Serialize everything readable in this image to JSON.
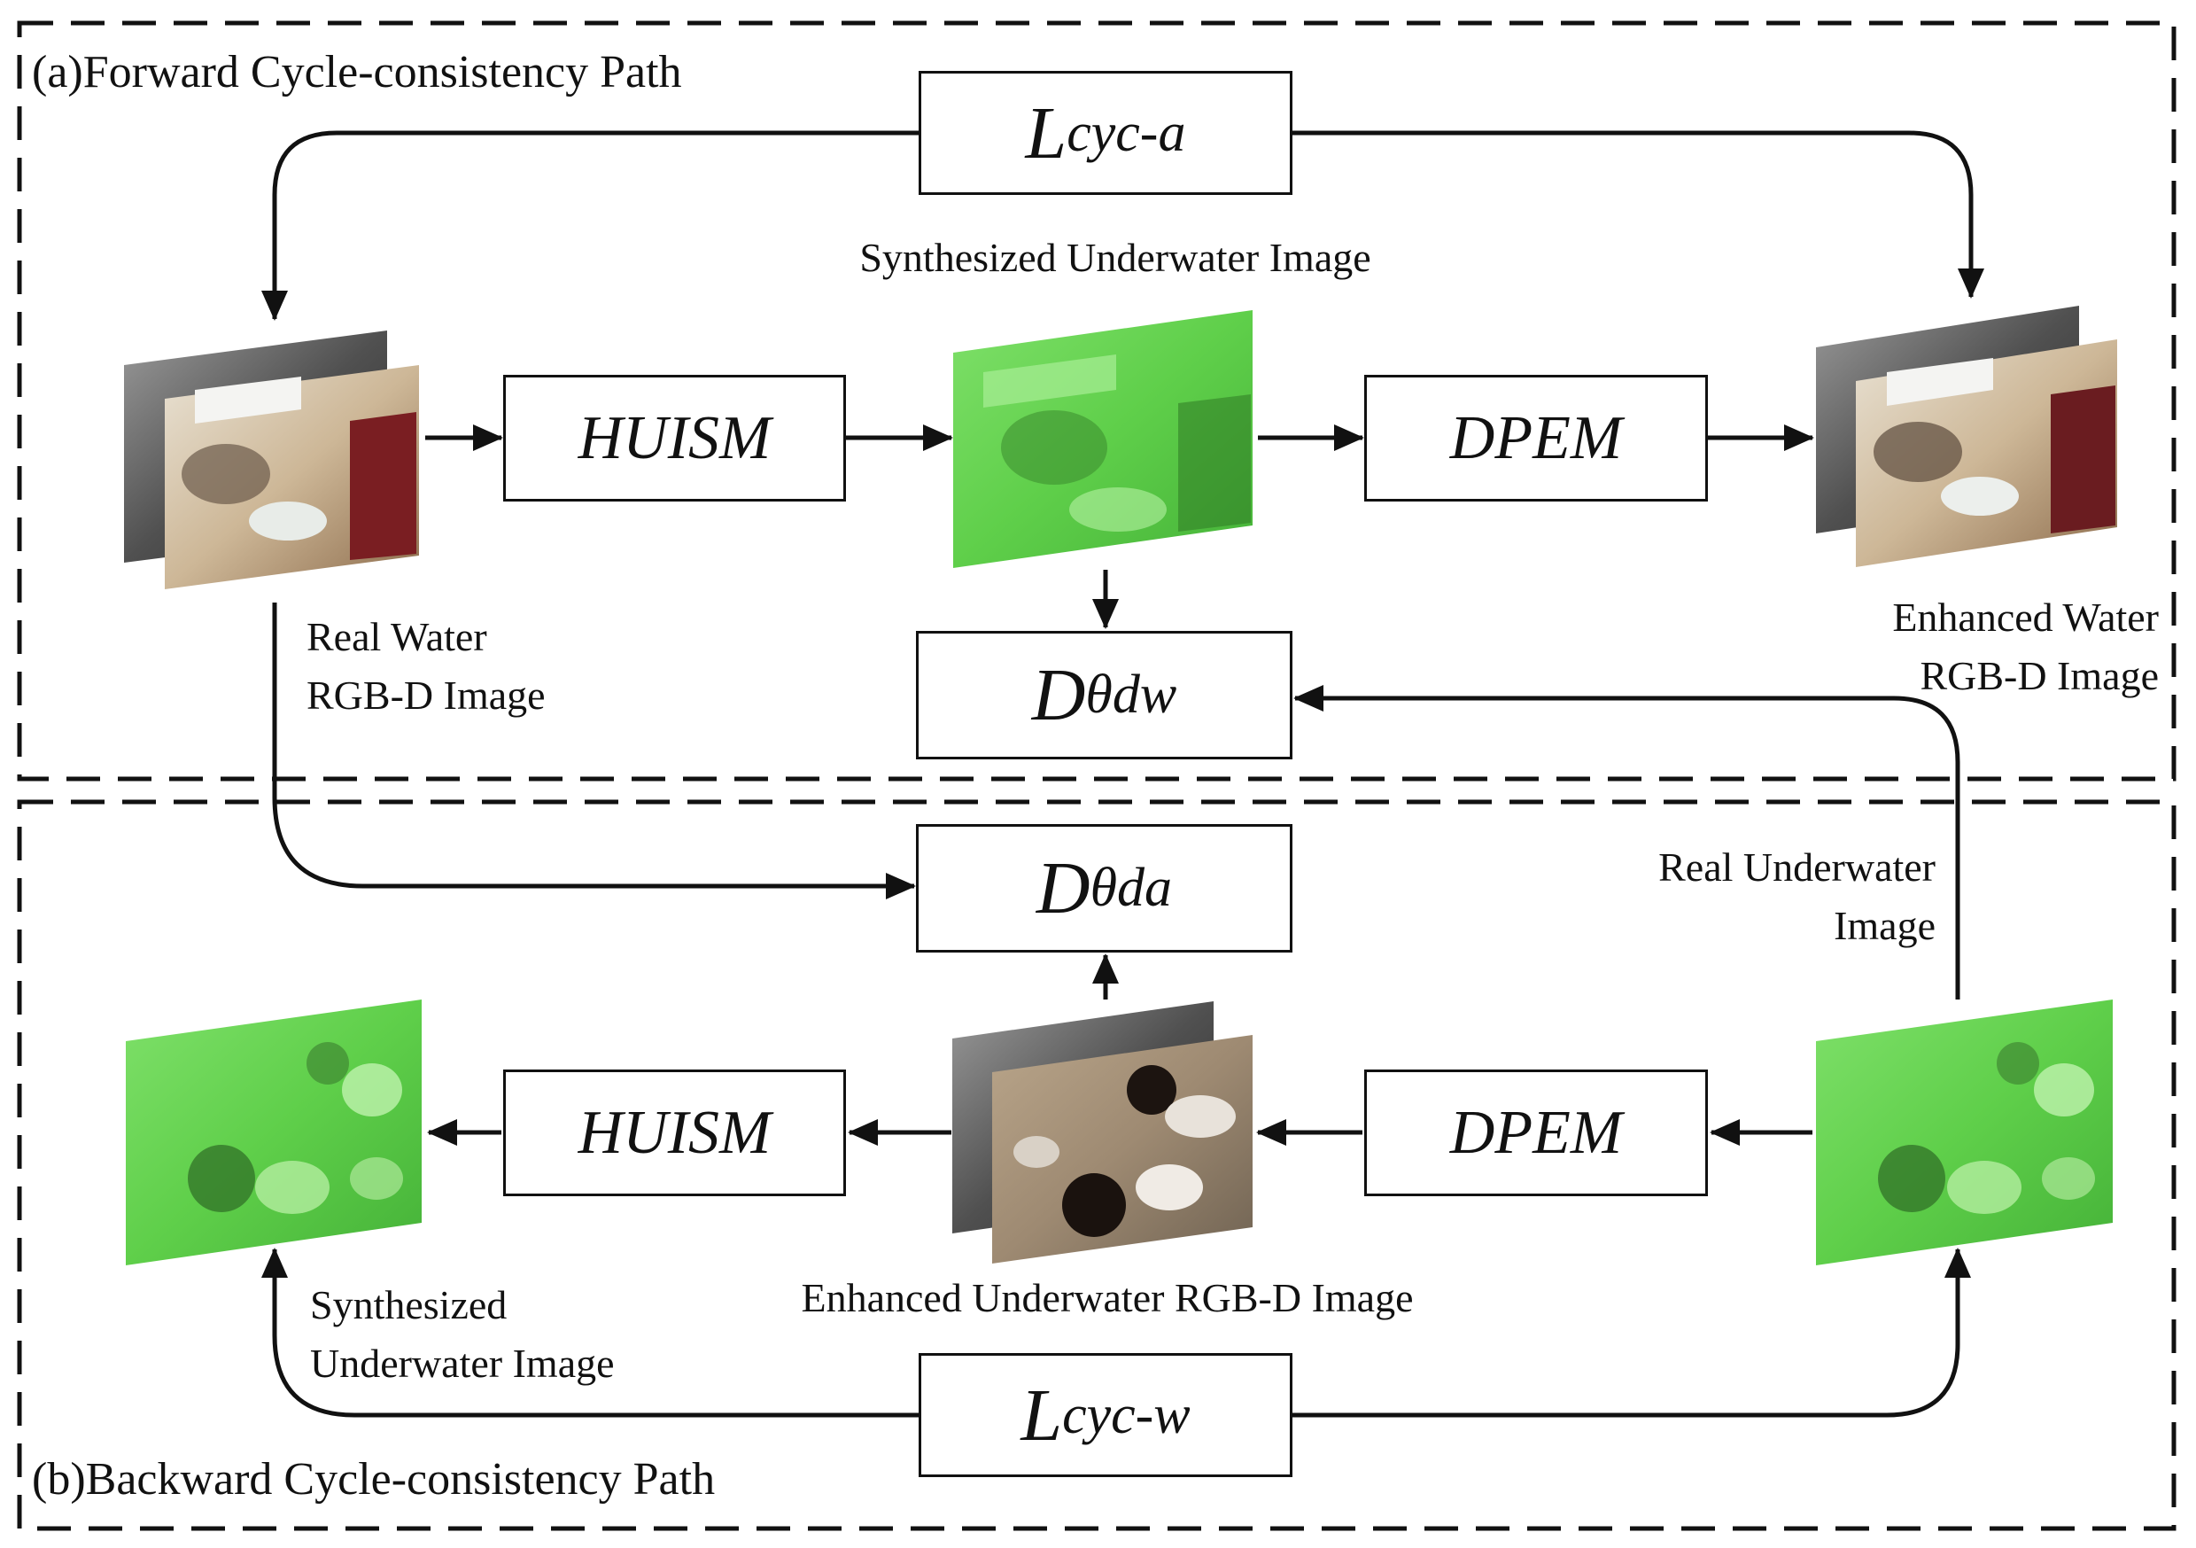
{
  "sections": {
    "forward_title": "(a)Forward Cycle-consistency Path",
    "backward_title": "(b)Backward Cycle-consistency Path"
  },
  "modules": {
    "huism": "HUISM",
    "dpem": "DPEM",
    "loss_cyc_a": {
      "main": "L",
      "sub": "cyc-a"
    },
    "loss_cyc_w": {
      "main": "L",
      "sub": "cyc-w"
    },
    "disc_dw": {
      "main": "D",
      "sub": "θdw"
    },
    "disc_da": {
      "main": "D",
      "sub": "θda"
    }
  },
  "labels": {
    "synth_underwater_top": "Synthesized Underwater Image",
    "real_water_l1": "Real Water",
    "real_water_l2": "RGB-D Image",
    "enhanced_water_l1": "Enhanced Water",
    "enhanced_water_l2": "RGB-D Image",
    "real_underwater_l1": "Real Underwater",
    "real_underwater_l2": "Image",
    "enhanced_underwater": "Enhanced Underwater RGB-D Image",
    "synth_underwater_l1": "Synthesized",
    "synth_underwater_l2": "Underwater  Image"
  },
  "colors": {
    "stroke": "#111111",
    "underwater_green": "#5fcf4a",
    "underwater_green_dark": "#3fa233",
    "indoor_light": "#d8c7a8",
    "depth_gray": "#5a5a5a"
  }
}
